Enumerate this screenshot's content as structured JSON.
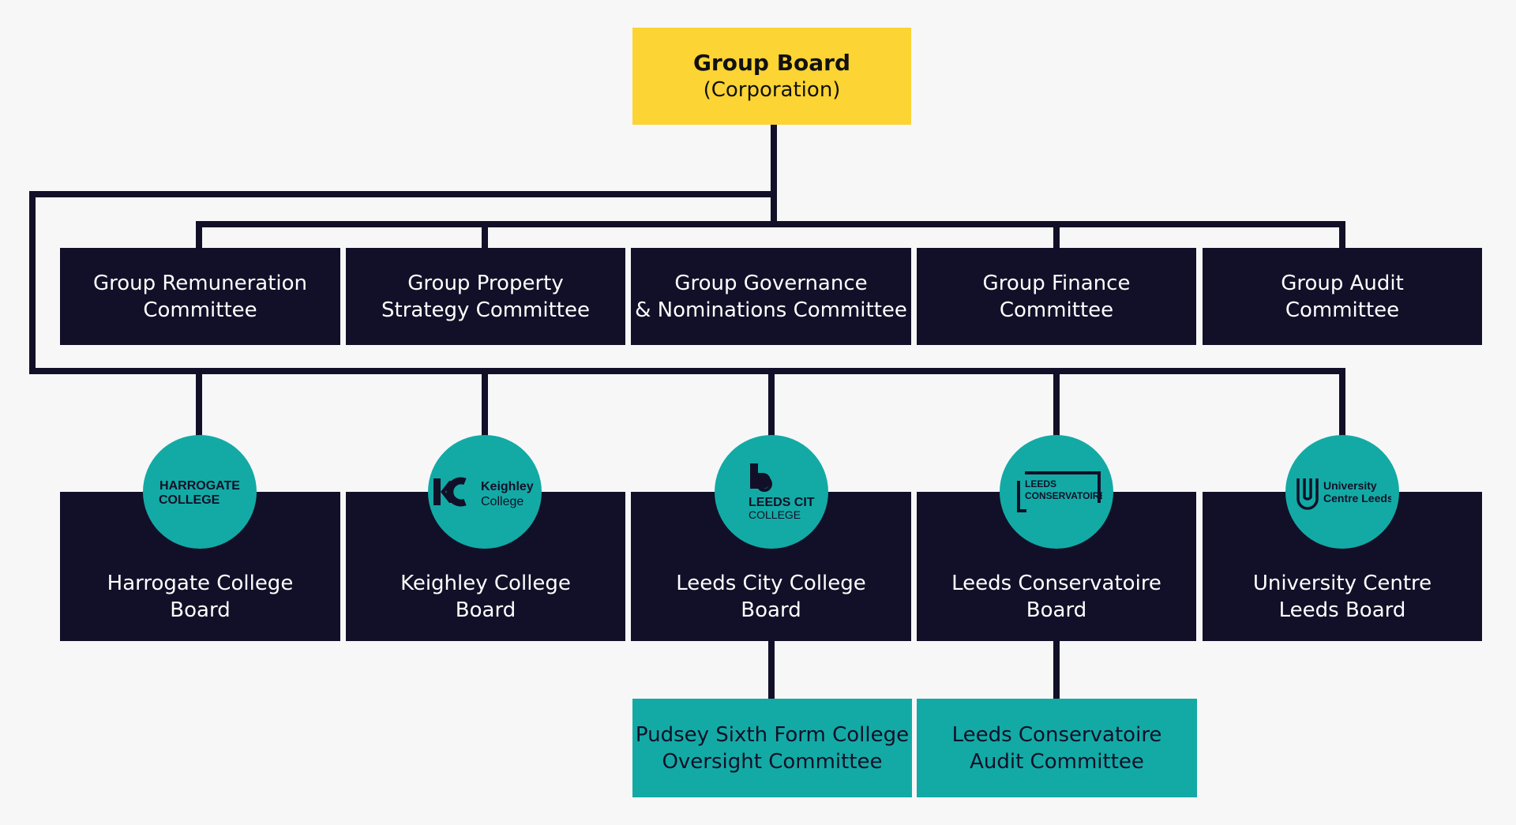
{
  "root": {
    "title": "Group Board",
    "subtitle": "(Corporation)"
  },
  "committees": [
    {
      "line1": "Group Remuneration",
      "line2": "Committee"
    },
    {
      "line1": "Group Property",
      "line2": "Strategy Committee"
    },
    {
      "line1": "Group Governance",
      "line2": "& Nominations Committee"
    },
    {
      "line1": "Group Finance",
      "line2": "Committee"
    },
    {
      "line1": "Group Audit",
      "line2": "Committee"
    }
  ],
  "colleges": [
    {
      "line1": "Harrogate College",
      "line2": "Board",
      "logo": {
        "text1": "HARROGATE",
        "text2": "COLLEGE"
      }
    },
    {
      "line1": "Keighley College",
      "line2": "Board",
      "logo": {
        "mark": "KC",
        "text1": "Keighley",
        "text2": "College"
      }
    },
    {
      "line1": "Leeds City College",
      "line2": "Board",
      "logo": {
        "text1": "LEEDS CITY",
        "text2": "COLLEGE"
      }
    },
    {
      "line1": "Leeds Conservatoire",
      "line2": "Board",
      "logo": {
        "text1": "LEEDS",
        "text2": "CONSERVATOIRE"
      }
    },
    {
      "line1": "University Centre",
      "line2": "Leeds Board",
      "logo": {
        "text1": "University",
        "text2": "Centre Leeds"
      }
    }
  ],
  "subcommittees": [
    {
      "line1": "Pudsey Sixth Form College",
      "line2": "Oversight Committee"
    },
    {
      "line1": "Leeds Conservatoire",
      "line2": "Audit Committee"
    }
  ],
  "colors": {
    "root": "#fcd433",
    "box": "#121028",
    "accent": "#13aaa5",
    "background": "#f7f7f8",
    "connector": "#121028"
  }
}
